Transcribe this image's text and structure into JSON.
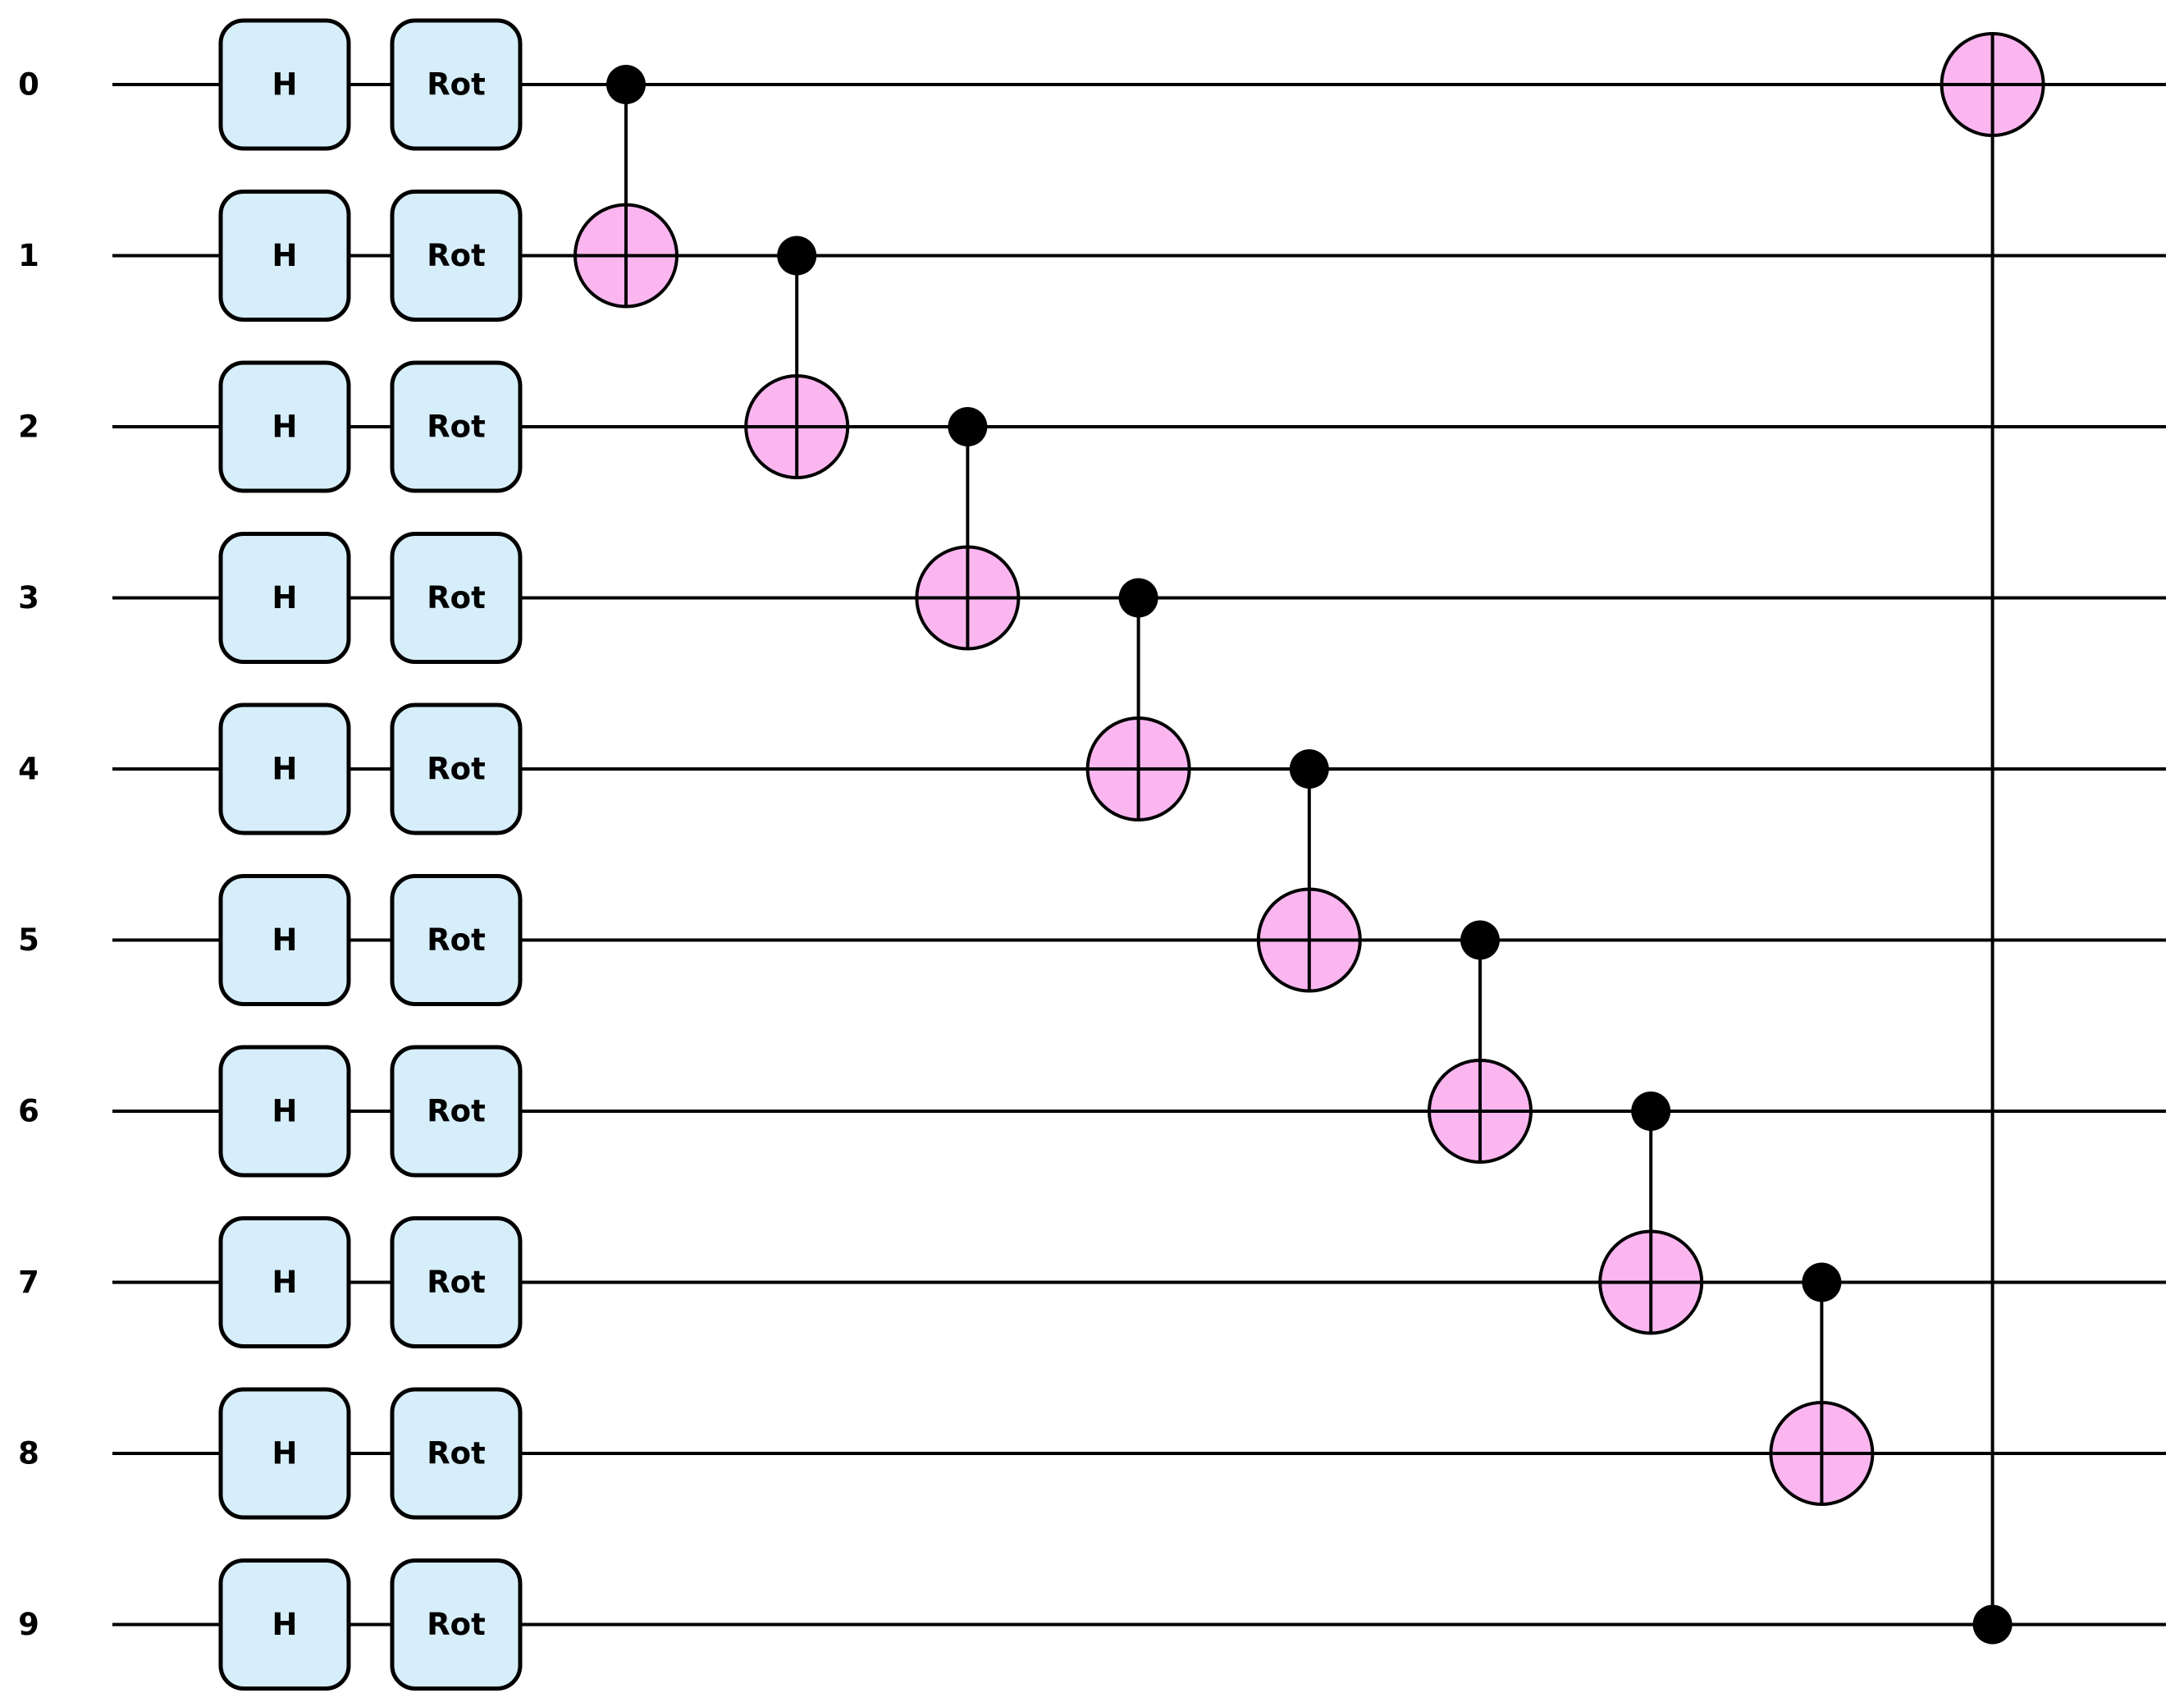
{
  "circuit": {
    "wires": [
      "0",
      "1",
      "2",
      "3",
      "4",
      "5",
      "6",
      "7",
      "8",
      "9"
    ],
    "single_qubit_layers": [
      {
        "gate": "H"
      },
      {
        "gate": "Rot"
      }
    ],
    "cnots": [
      {
        "control": 0,
        "target": 1
      },
      {
        "control": 1,
        "target": 2
      },
      {
        "control": 2,
        "target": 3
      },
      {
        "control": 3,
        "target": 4
      },
      {
        "control": 4,
        "target": 5
      },
      {
        "control": 5,
        "target": 6
      },
      {
        "control": 6,
        "target": 7
      },
      {
        "control": 7,
        "target": 8
      },
      {
        "control": 9,
        "target": 0
      }
    ],
    "colors": {
      "gate_fill": "#d6eefa",
      "target_fill": "#fbb6f0",
      "line": "#000000"
    }
  }
}
